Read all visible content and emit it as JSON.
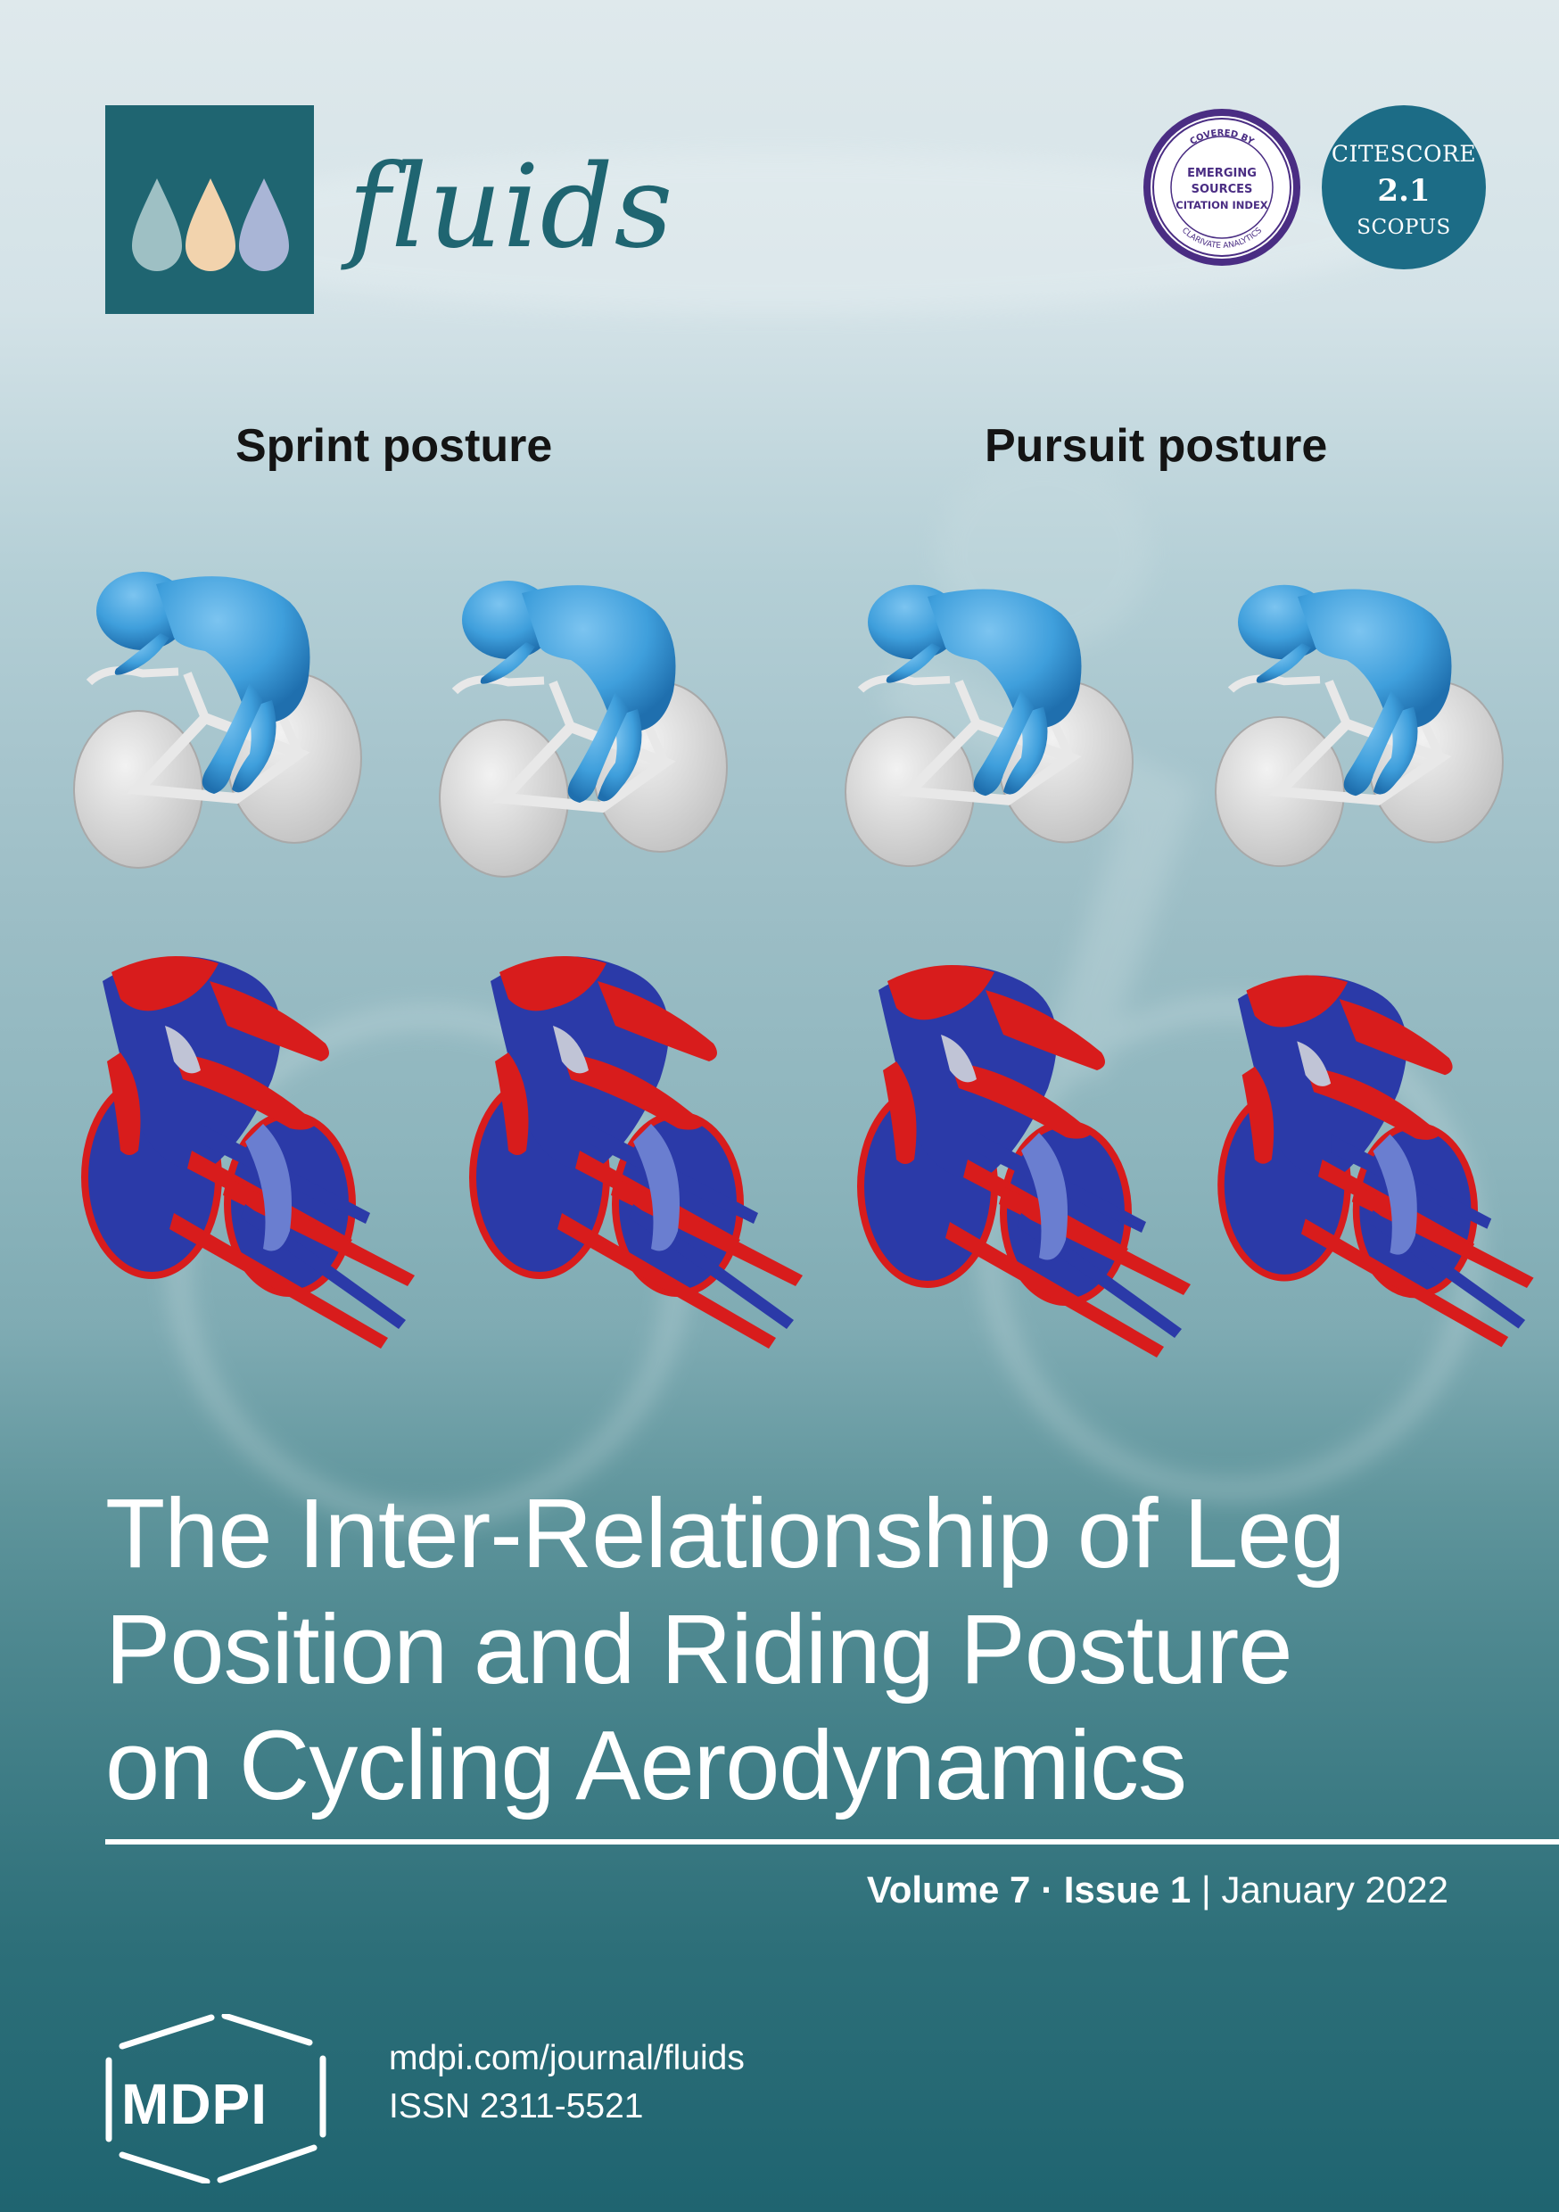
{
  "journal": {
    "name": "fluids",
    "brand_color": "#1f6571"
  },
  "badges": {
    "esci": {
      "covered_by": "COVERED BY",
      "line1": "EMERGING",
      "line2": "SOURCES",
      "line3": "CITATION INDEX",
      "bottom": "CLARIVATE ANALYTICS"
    },
    "citescore": {
      "label": "CITESCORE",
      "value": "2.1",
      "source": "SCOPUS",
      "color": "#1c6c86"
    }
  },
  "figure": {
    "label_left": "Sprint posture",
    "label_right": "Pursuit posture"
  },
  "article": {
    "title_line1": "The Inter-Relationship of Leg",
    "title_line2": "Position and Riding Posture",
    "title_line3": "on Cycling Aerodynamics"
  },
  "issue": {
    "volume": "Volume 7",
    "separator": "·",
    "issue": "Issue 1",
    "divider": "|",
    "date": "January 2022"
  },
  "publisher": {
    "name": "MDPI",
    "url": "mdpi.com/journal/fluids",
    "issn": "ISSN 2311-5521"
  },
  "colors": {
    "rider_blue": "#3f9fdc",
    "bike_gray": "#d4d4d4",
    "vortex_red": "#d81c1c",
    "vortex_blue": "#2b3aa8"
  }
}
